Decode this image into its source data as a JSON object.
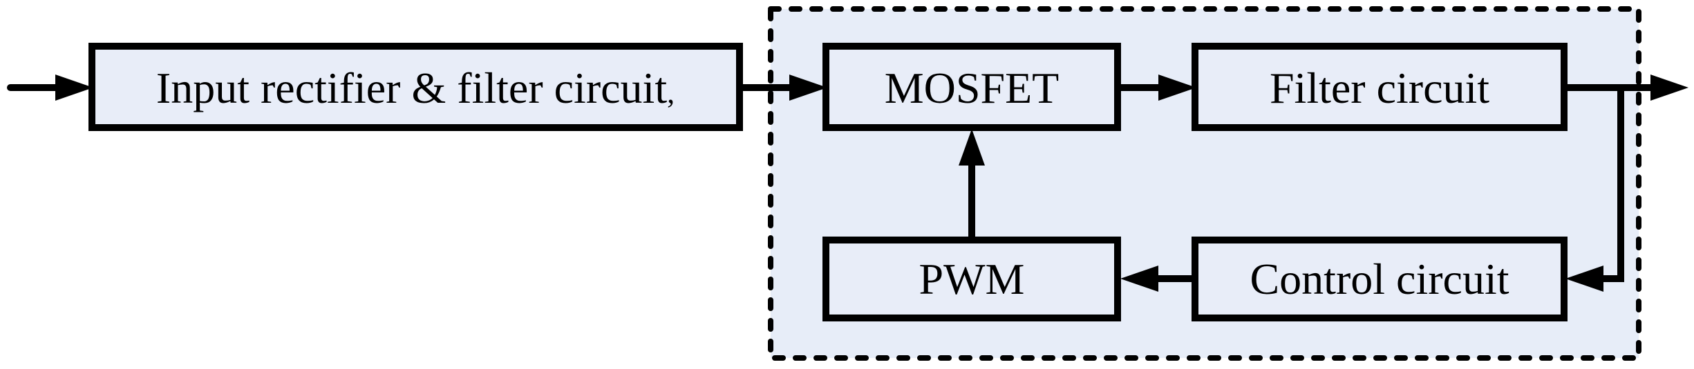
{
  "diagram": {
    "type": "block-diagram",
    "boxes": {
      "input": {
        "label": "Input rectifier & filter circuit",
        "suffix": ","
      },
      "mosfet": {
        "label": "MOSFET"
      },
      "filter": {
        "label": "Filter circuit"
      },
      "pwm": {
        "label": "PWM"
      },
      "control": {
        "label": "Control circuit"
      }
    },
    "connections": [
      {
        "from": "external-input",
        "to": "input"
      },
      {
        "from": "input",
        "to": "mosfet"
      },
      {
        "from": "mosfet",
        "to": "filter"
      },
      {
        "from": "filter",
        "to": "external-output"
      },
      {
        "from": "output-line",
        "to": "control"
      },
      {
        "from": "control",
        "to": "pwm"
      },
      {
        "from": "pwm",
        "to": "mosfet"
      }
    ],
    "colors": {
      "box_fill": "#e8edf8",
      "container_fill": "#e7edf8",
      "line": "#000000"
    }
  }
}
